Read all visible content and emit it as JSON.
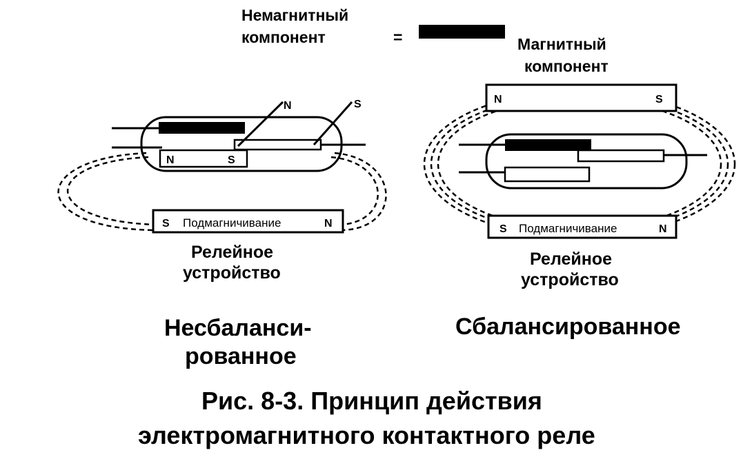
{
  "legend": {
    "nonmagnetic_line1": "Немагнитный",
    "nonmagnetic_line2": "компонент",
    "equals": "=",
    "magnetic_line1": "Магнитный",
    "magnetic_line2": "компонент"
  },
  "poles": {
    "north": "N",
    "south": "S"
  },
  "left": {
    "bias_label": "Подмагничивание",
    "device_line1": "Релейное",
    "device_line2": "устройство",
    "type_line1": "Несбаланси-",
    "type_line2": "рованное"
  },
  "right": {
    "bias_label": "Подмагничивание",
    "device_line1": "Релейное",
    "device_line2": "устройство",
    "type_line1": "Сбалансированное"
  },
  "caption": {
    "line1": "Рис. 8-3. Принцип действия",
    "line2": "электромагнитного контактного реле"
  },
  "colors": {
    "ink": "#000000",
    "paper": "#ffffff"
  }
}
